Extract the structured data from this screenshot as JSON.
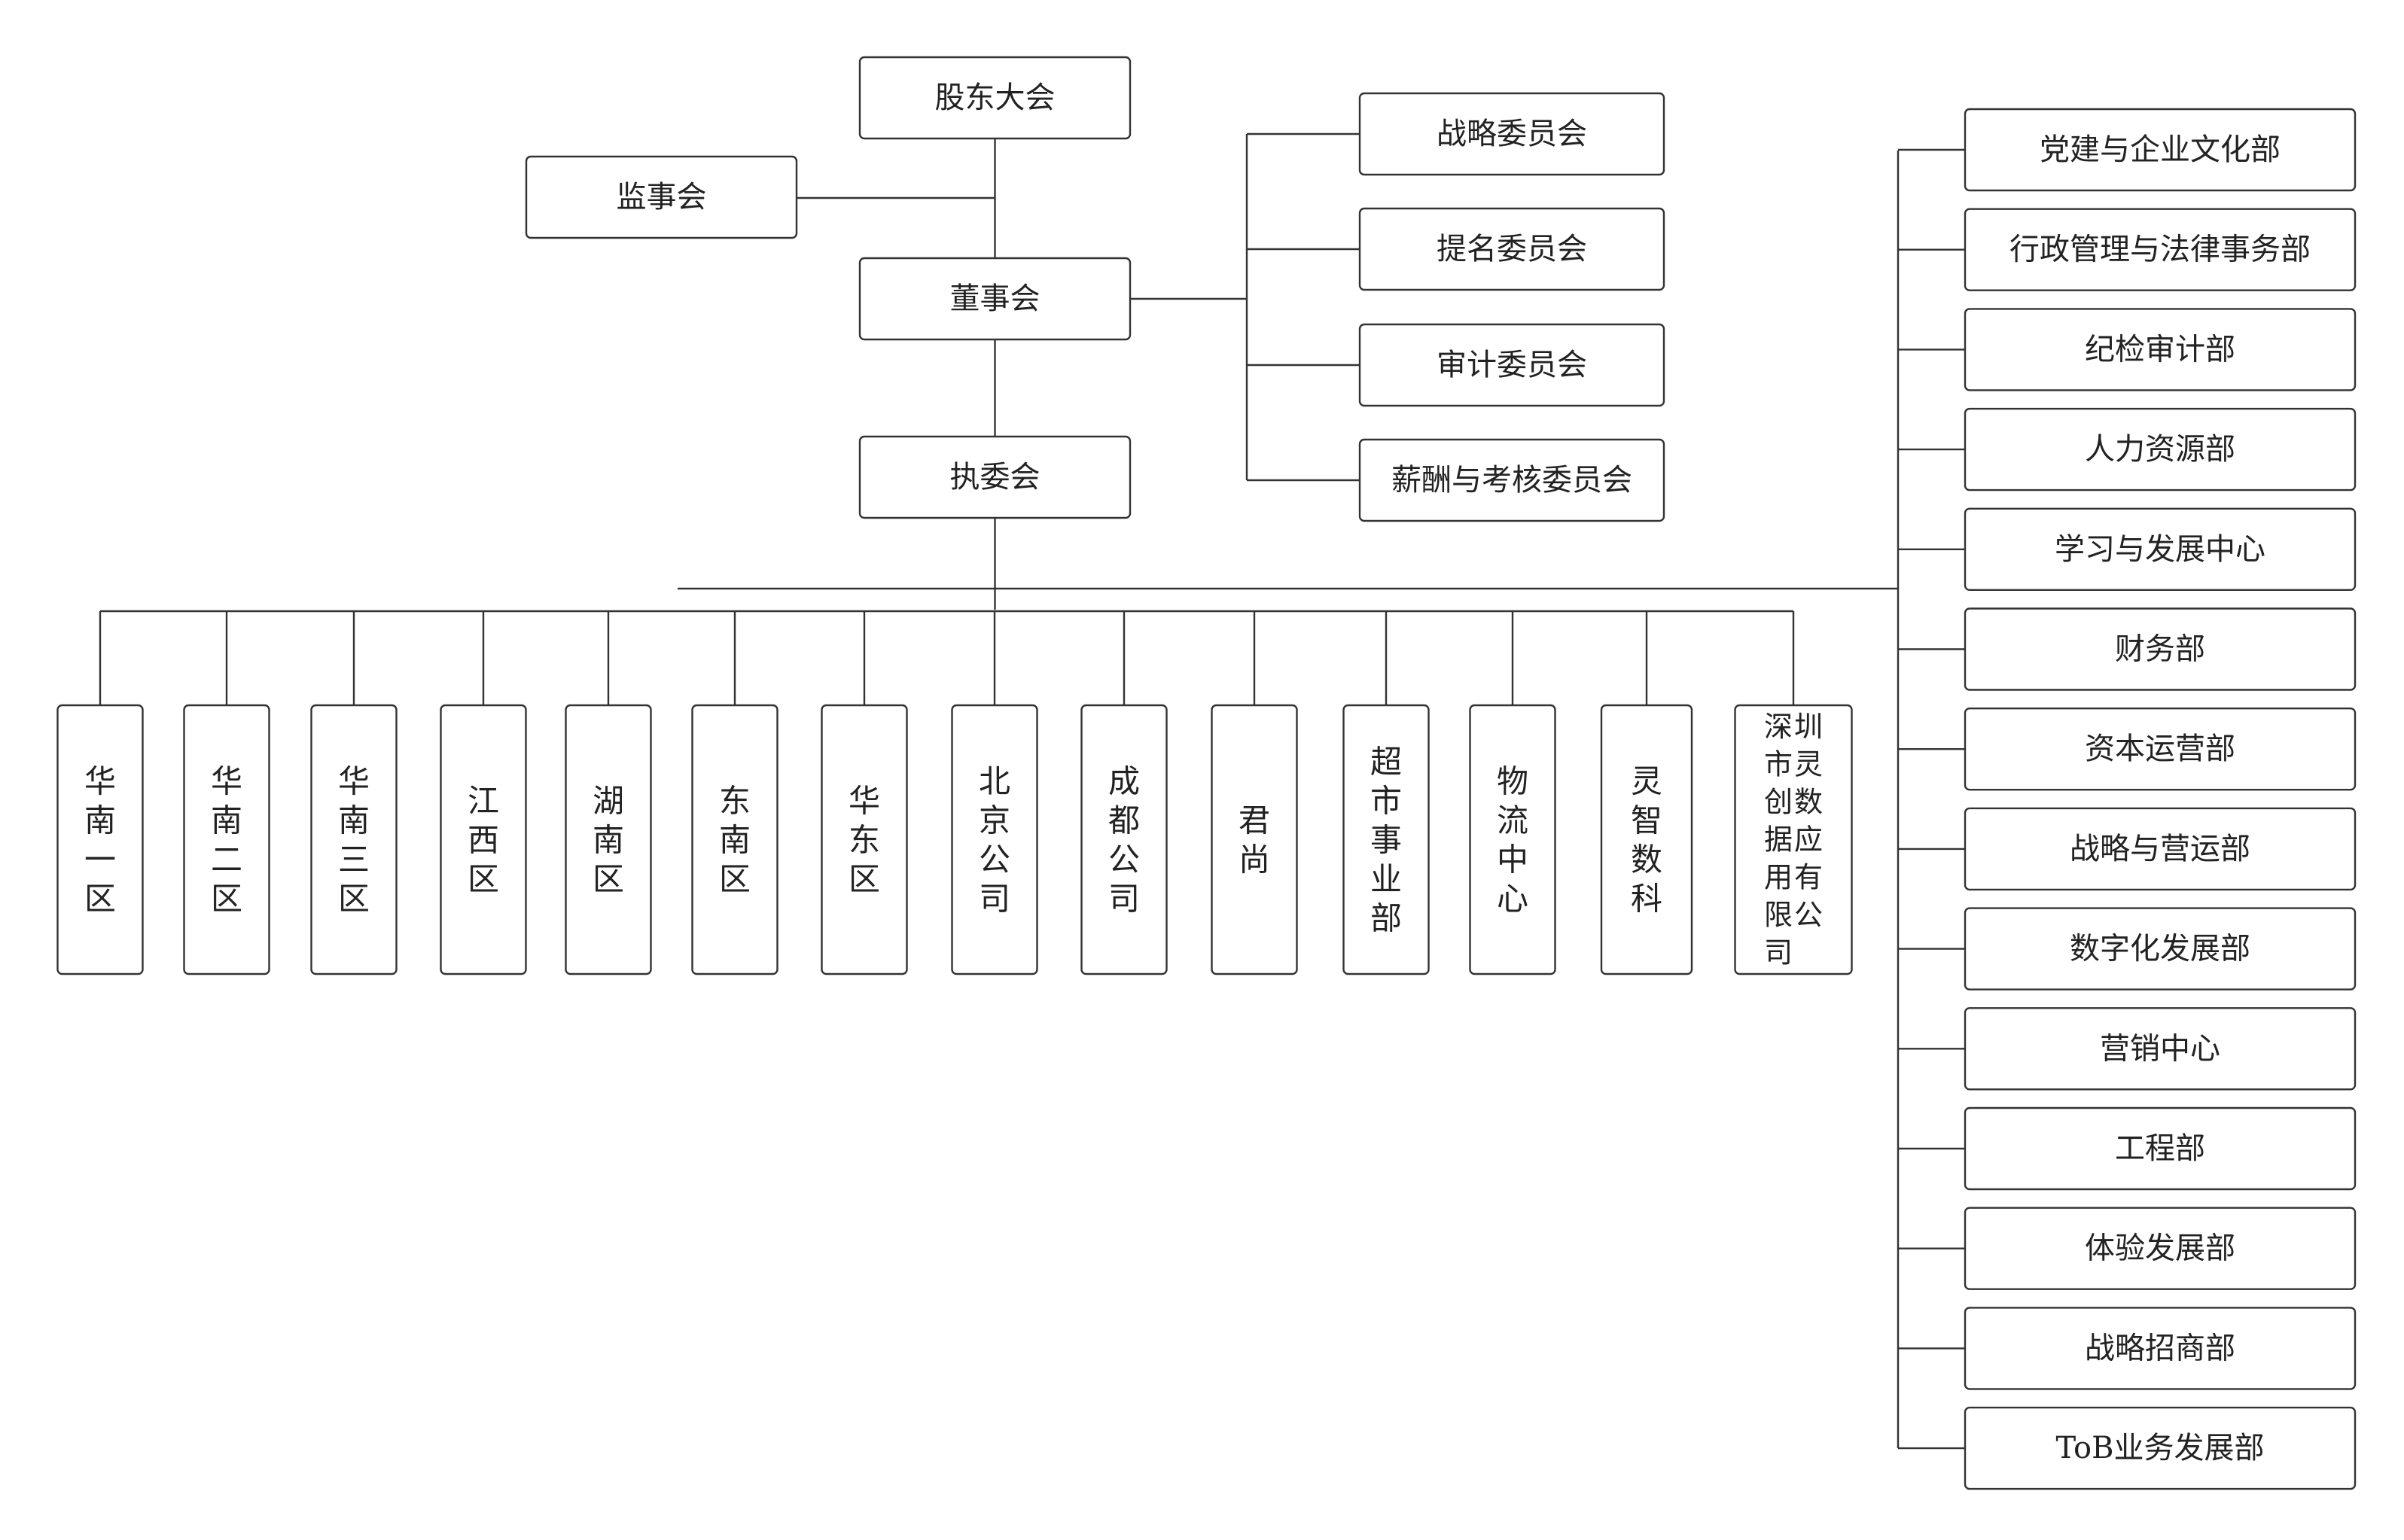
{
  "colors": {
    "line": "#333333",
    "box_fill": "#ffffff",
    "text": "#222222"
  },
  "governance": {
    "shareholders": "股东大会",
    "supervisors": "监事会",
    "board": "董事会",
    "executive": "执委会"
  },
  "committees": [
    "战略委员会",
    "提名委员会",
    "审计委员会",
    "薪酬与考核委员会"
  ],
  "departments": [
    "党建与企业文化部",
    "行政管理与法律事务部",
    "纪检审计部",
    "人力资源部",
    "学习与发展中心",
    "财务部",
    "资本运营部",
    "战略与营运部",
    "数字化发展部",
    "营销中心",
    "工程部",
    "体验发展部",
    "战略招商部",
    "ToB业务发展部"
  ],
  "business_units": [
    "华南一区",
    "华南二区",
    "华南三区",
    "江西区",
    "湖南区",
    "东南区",
    "华东区",
    "北京公司",
    "成都公司",
    "君尚",
    "超市事业部",
    "物流中心",
    "灵智数科",
    "深圳市灵创数据应用有限公司"
  ]
}
